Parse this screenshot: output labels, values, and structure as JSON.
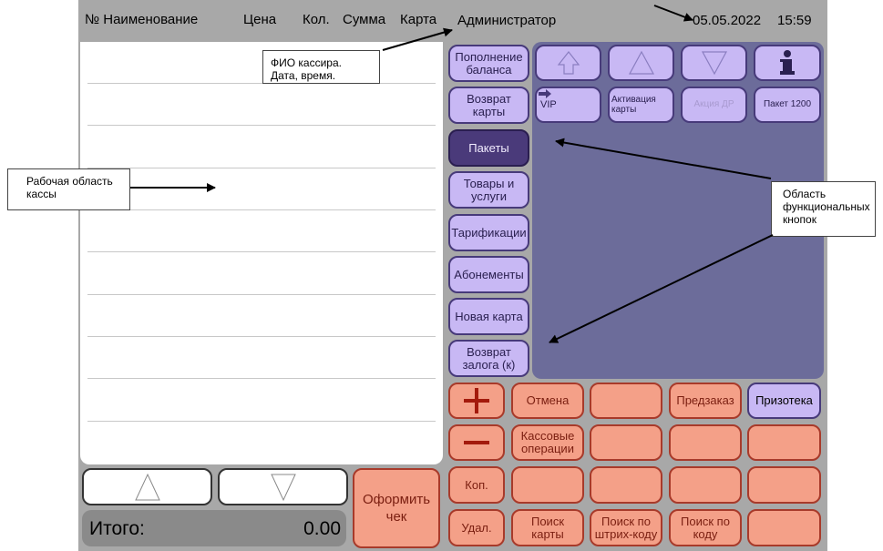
{
  "header": {
    "col_name": "№ Наименование",
    "col_price": "Цена",
    "col_qty": "Кол.",
    "col_sum": "Сумма",
    "col_card": "Карта",
    "cashier": "Администратор",
    "date": "05.05.2022",
    "time": "15:59"
  },
  "totals": {
    "label": "Итого:",
    "value": "0.00"
  },
  "checkout_label": "Оформить чек",
  "categories": [
    "Пополнение баланса",
    "Возврат карты",
    "Пакеты",
    "Товары и услуги",
    "Тарификации",
    "Абонементы",
    "Новая карта",
    "Возврат залога (к)"
  ],
  "functions": {
    "vip": "VIP",
    "activation": "Активация карты",
    "promo": "Акция ДР",
    "package": "Пакет 1200"
  },
  "keypad": {
    "cancel": "Отмена",
    "preorder": "Предзаказ",
    "prize": "Призотека",
    "cash_ops": "Кассовые операции",
    "copy": "Коп.",
    "delete": "Удал.",
    "find_card": "Поиск карты",
    "find_barcode": "Поиск по штрих-коду",
    "find_code": "Поиск по коду"
  },
  "callouts": {
    "cashier": "ФИО кассира. Дата, время.",
    "work": "Рабочая область кассы",
    "functions": "Область функциональных кнопок"
  },
  "colors": {
    "frame": "#a8a8a8",
    "lilac": "#c8b8f4",
    "salmon": "#f4a088",
    "panel": "#6c6c9a",
    "selected": "#4a3a7a"
  }
}
